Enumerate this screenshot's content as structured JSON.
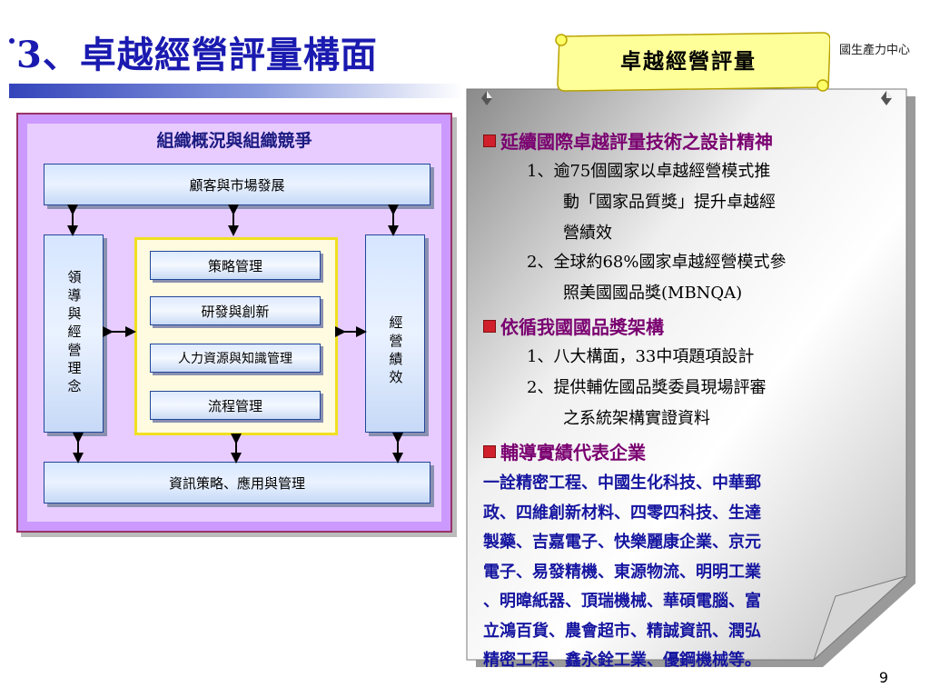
{
  "header": {
    "title": "3、卓越經營評量構面",
    "logo_text": "國生產力中心"
  },
  "diagram": {
    "outer_title": "組織概況與組織競爭",
    "top_box": "顧客與市場發展",
    "left_box": "領導與經營理念",
    "right_box": "經營績效",
    "bottom_box": "資訊策略、應用與管理",
    "core_items": [
      "策略管理",
      "研發與創新",
      "人力資源與知識管理",
      "流程管理"
    ],
    "colors": {
      "outer_fill": "#cc99ff",
      "outer_border": "#993366",
      "box_border": "#22469a",
      "core_border": "#f0e020"
    }
  },
  "callout": {
    "badge_label": "卓越經營評量",
    "sections": [
      {
        "heading": "延續國際卓越評量技術之設計精神",
        "items": [
          {
            "label": "1、逾75個國家以卓越經營模式推",
            "lines": [
              "動「國家品質獎」提升卓越經",
              "營績效"
            ]
          },
          {
            "label": "2、全球約68%國家卓越經營模式參",
            "lines": [
              "照美國國品獎(MBNQA)"
            ]
          }
        ]
      },
      {
        "heading": "依循我國國品獎架構",
        "items": [
          {
            "label": "1、八大構面，33中項題項設計",
            "lines": []
          },
          {
            "label": "2、提供輔佐國品獎委員現場評審",
            "lines": [
              "之系統架構實證資料"
            ]
          }
        ]
      },
      {
        "heading": "輔導實績代表企業",
        "items": []
      }
    ],
    "companies": [
      "一詮精密工程、中國生化科技、中華郵",
      "政、四維創新材料、四零四科技、生達",
      "製藥、吉嘉電子、快樂麗康企業、京元",
      "電子、易發精機、東源物流、明明工業",
      "、明暐紙器、頂瑞機械、華碩電腦、富",
      "立鴻百貨、農會超市、精誠資訊、潤弘",
      "精密工程、鑫永銓工業、優鋼機械等。"
    ],
    "colors": {
      "heading": "#7a0070",
      "companies": "#1515a0",
      "bullet": "#d0202c"
    }
  },
  "footer": {
    "page_number": "9"
  }
}
